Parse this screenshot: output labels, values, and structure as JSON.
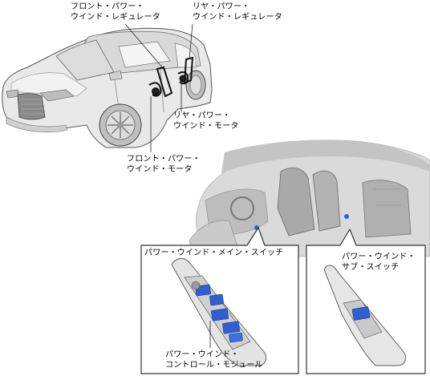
{
  "labels": {
    "front_regulator": [
      "フロント・パワー・",
      "ウインド・レギュレータ"
    ],
    "rear_regulator": [
      "リヤ・パワー・",
      "ウインド・レギュレータ"
    ],
    "rear_motor": [
      "リヤ・パワー・",
      "ウインド・モータ"
    ],
    "front_motor": [
      "フロント・パワー・",
      "ウインド・モータ"
    ],
    "main_switch": [
      "パワー・ウインド・メイン・スイッチ"
    ],
    "sub_switch": [
      "パワー・ウインド・",
      "サブ・スイッチ"
    ],
    "control_module": [
      "パワー・ウインド・",
      "コントロール・モジュール"
    ]
  },
  "colors": {
    "car_body": "#e9e9e9",
    "car_shade": "#c8c8c8",
    "interior": "#d4d4d4",
    "outline": "#444444",
    "switch_blue": "#2f5fd0",
    "callout_border": "#333333"
  }
}
